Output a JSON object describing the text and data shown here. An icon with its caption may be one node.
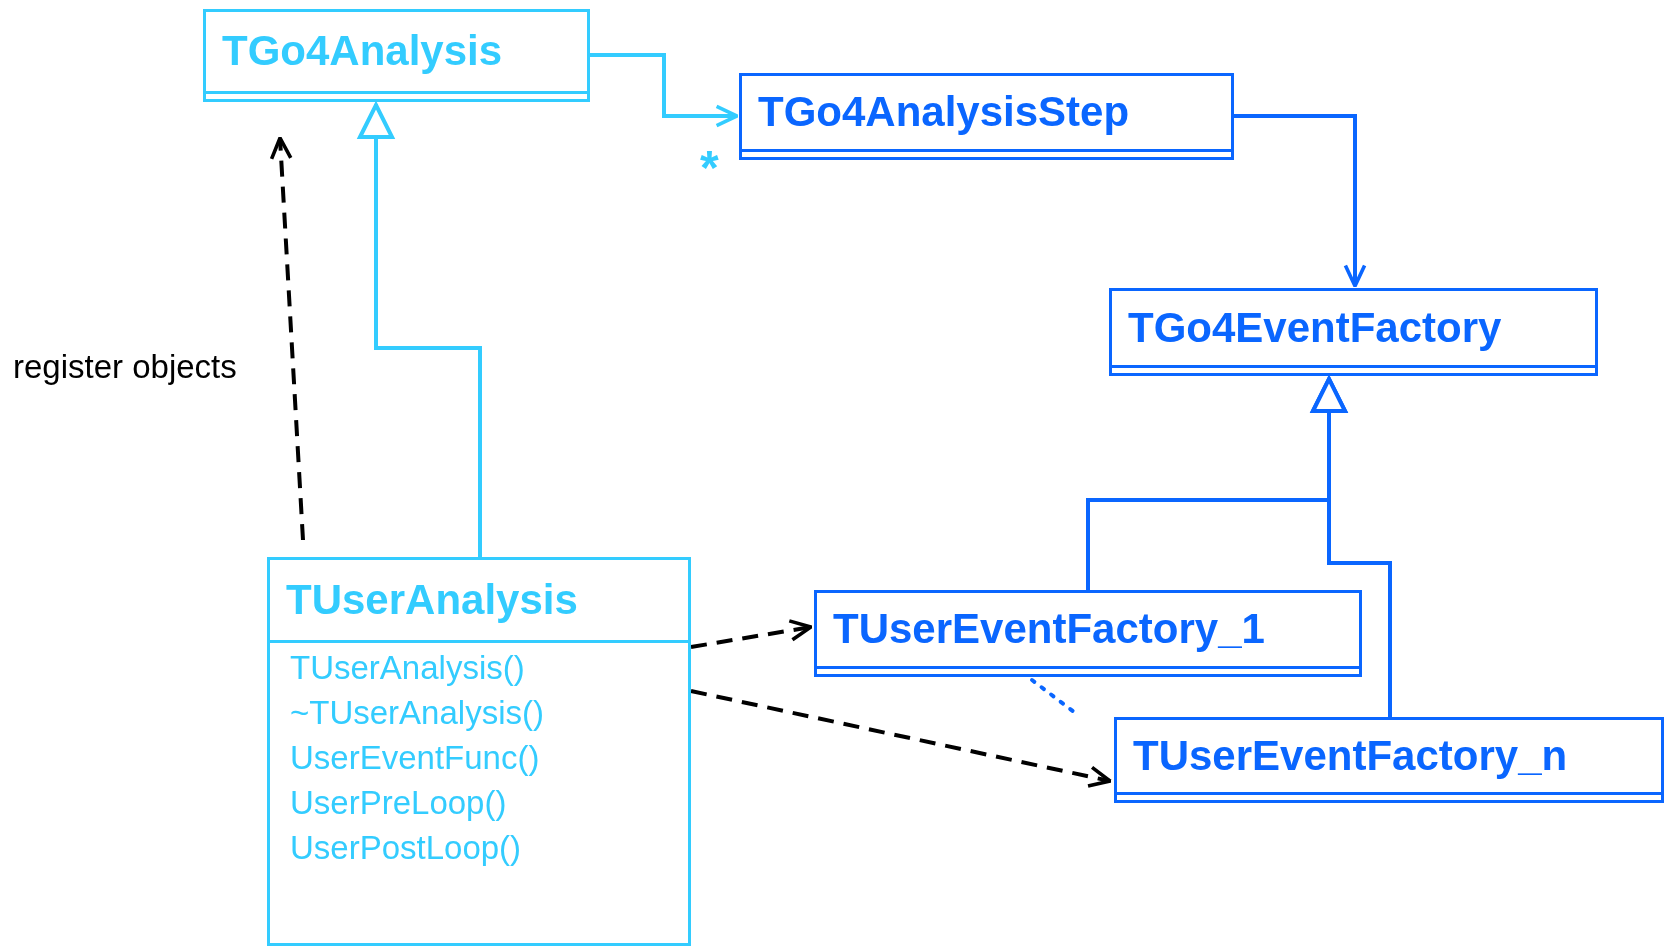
{
  "diagram": {
    "nodes": [
      {
        "text": [
          "TGo4Analysis"
        ]
      },
      {
        "text": [
          "TGo4AnalysisStep"
        ]
      },
      {
        "text": [
          "TGo4EventFactory"
        ]
      },
      {
        "text": [
          "TUserAnalysis",
          "TUserAnalysis()",
          "~TUserAnalysis()",
          "UserEventFunc()",
          "UserPreLoop()",
          "UserPostLoop()"
        ]
      },
      {
        "text": [
          "TUserEventFactory_1"
        ]
      },
      {
        "text": [
          "TUserEventFactory_n"
        ]
      }
    ],
    "edges": [
      {
        "from": 0,
        "to": 1,
        "arrow": "to",
        "color": "#33ccff"
      },
      {
        "from": 1,
        "to": 2,
        "arrow": "to",
        "color": "#0a66ff"
      },
      {
        "from": 3,
        "to": 0,
        "arrow": "to",
        "color": "#33ccff"
      },
      {
        "from": 4,
        "to": 2,
        "arrow": "to",
        "color": "#0a66ff"
      },
      {
        "from": 5,
        "to": 2,
        "arrow": "to",
        "color": "#0a66ff"
      },
      {
        "from": 3,
        "to": 0,
        "arrow": "to",
        "style": "dashed",
        "label": "register objects",
        "color": "#000000"
      },
      {
        "from": 3,
        "to": 4,
        "arrow": "to",
        "style": "dashed",
        "color": "#000000"
      },
      {
        "from": 3,
        "to": 5,
        "arrow": "to",
        "style": "dashed",
        "color": "#000000"
      },
      {
        "from": 4,
        "to": 5,
        "arrow": "none",
        "style": "dashed",
        "color": "#0a66ff"
      }
    ],
    "labels": [
      "*"
    ]
  }
}
